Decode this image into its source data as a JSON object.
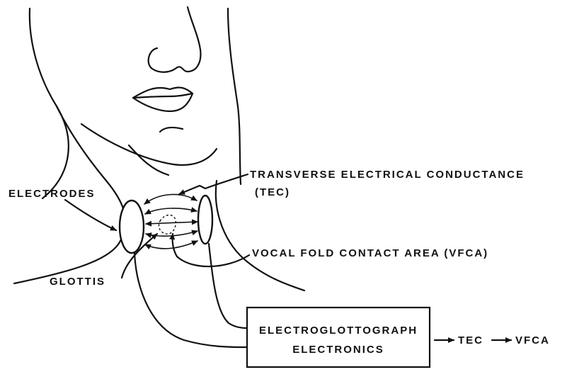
{
  "labels": {
    "tec_line1": "TRANSVERSE ELECTRICAL CONDUCTANCE",
    "tec_line2": "(TEC)",
    "electrodes": "ELECTRODES",
    "vfca": "VOCAL FOLD CONTACT AREA (VFCA)",
    "glottis": "GLOTTIS"
  },
  "device": {
    "line1": "ELECTROGLOTTOGRAPH",
    "line2": "ELECTRONICS"
  },
  "output": {
    "tec": "TEC",
    "vfca": "VFCA"
  }
}
